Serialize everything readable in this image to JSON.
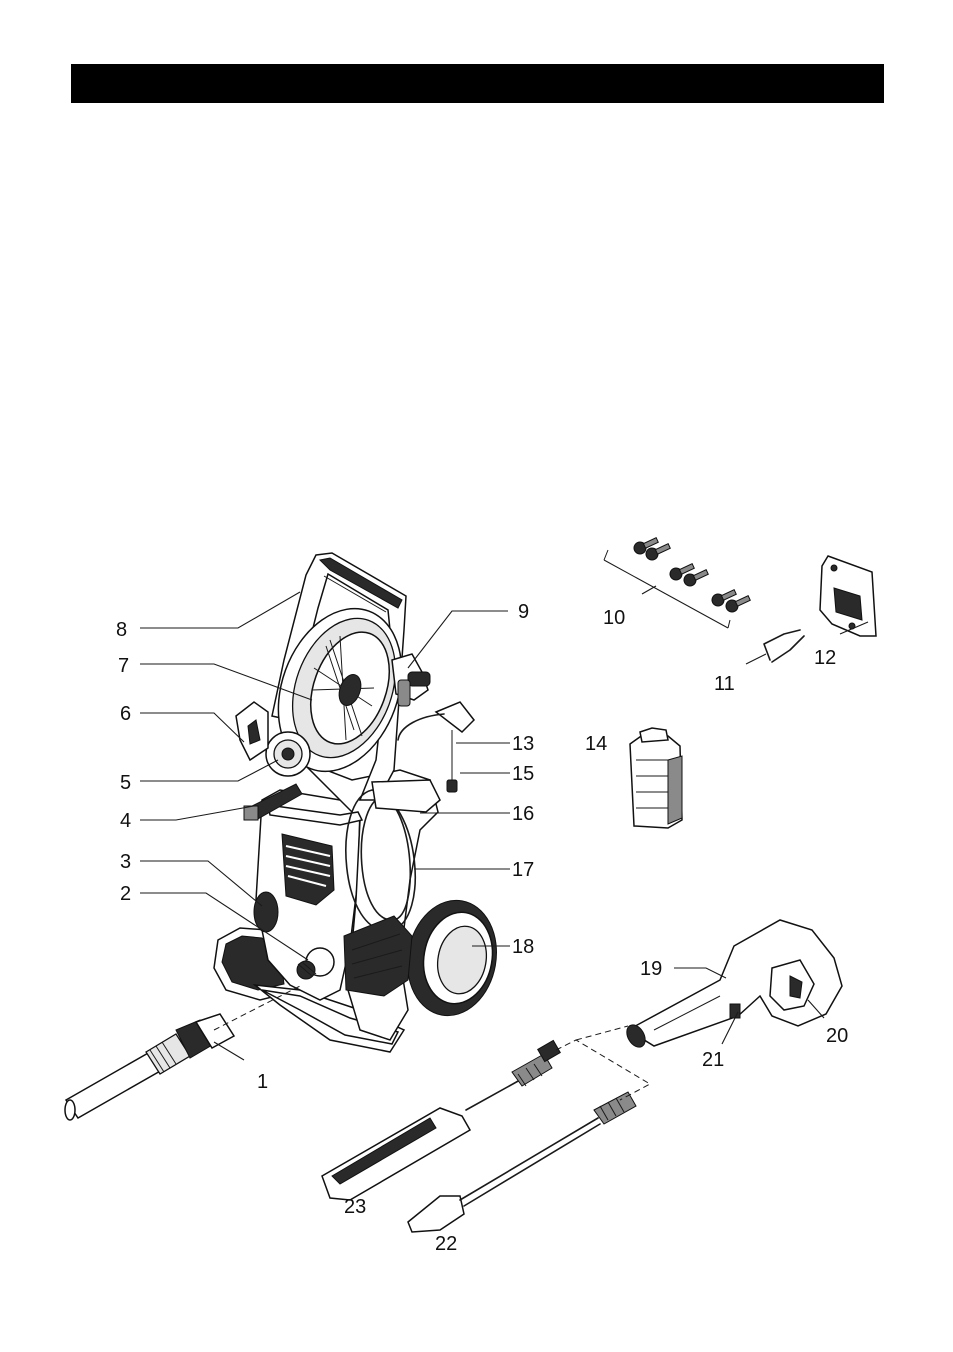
{
  "header": {
    "title": ""
  },
  "colors": {
    "ink": "#1a1a1a",
    "header_bar": "#000000",
    "background": "#ffffff"
  },
  "callouts": {
    "c1": "1",
    "c2": "2",
    "c3": "3",
    "c4": "4",
    "c5": "5",
    "c6": "6",
    "c7": "7",
    "c8": "8",
    "c9": "9",
    "c10": "10",
    "c11": "11",
    "c12": "12",
    "c13": "13",
    "c14": "14",
    "c15": "15",
    "c16": "16",
    "c17": "17",
    "c18": "18",
    "c19": "19",
    "c20": "20",
    "c21": "21",
    "c22": "22",
    "c23": "23"
  }
}
